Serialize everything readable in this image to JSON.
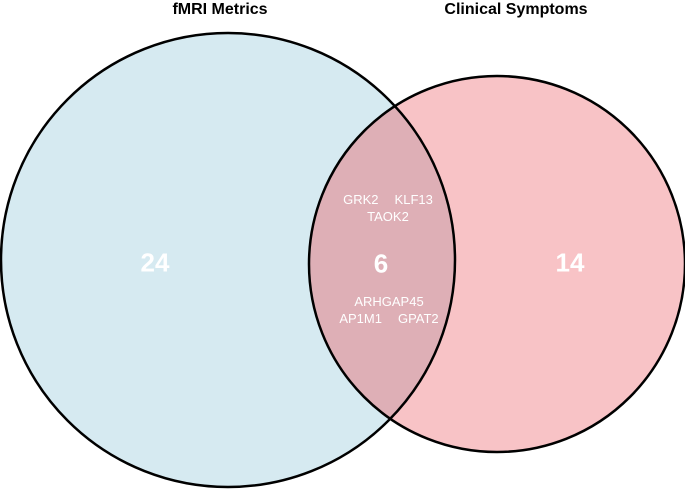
{
  "figure": {
    "background_color": "#ffffff",
    "outline_color": "#000000",
    "label_color": "#ffffff"
  },
  "venn": {
    "type": "venn",
    "sets": [
      {
        "label": "fMRI Metrics",
        "unique_count": "24",
        "fill_color": "#d6eaf1"
      },
      {
        "label": "Clinical Symptoms",
        "unique_count": "14",
        "fill_color": "#f8c3c6"
      }
    ],
    "intersection": {
      "count": "6",
      "fill_color": "#deafb6",
      "genes": [
        "GRK2",
        "KLF13",
        "TAOK2",
        "ARHGAP45",
        "AP1M1",
        "GPAT2"
      ]
    }
  }
}
